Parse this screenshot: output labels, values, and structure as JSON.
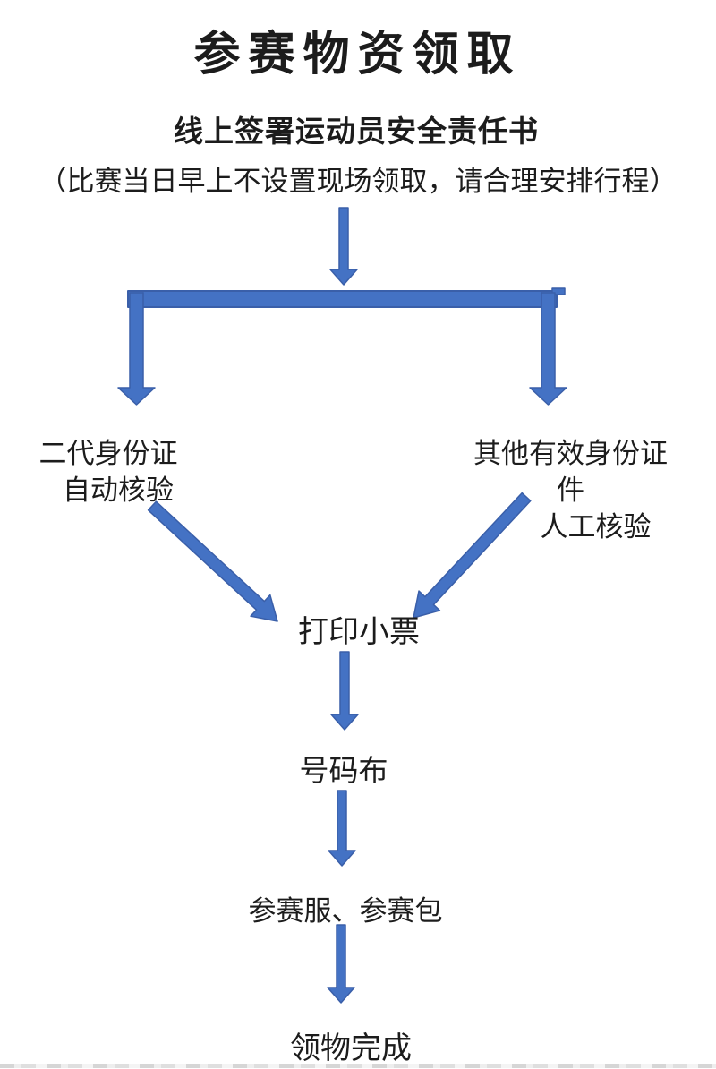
{
  "title": "参赛物资领取",
  "subtitle": "线上签署运动员安全责任书",
  "note": "（比赛当日早上不设置现场领取，请合理安排行程）",
  "nodes": {
    "branch_left_line1": "二代身份证",
    "branch_left_line2": "自动核验",
    "branch_right_line1": "其他有效身份证件",
    "branch_right_line2": "人工核验",
    "step_print": "打印小票",
    "step_bib": "号码布",
    "step_kit": "参赛服、参赛包",
    "step_done": "领物完成"
  },
  "flow": {
    "type": "flowchart",
    "edges": [
      [
        "subtitle",
        "splitter"
      ],
      [
        "splitter",
        "branch_left"
      ],
      [
        "splitter",
        "branch_right"
      ],
      [
        "branch_left",
        "step_print"
      ],
      [
        "branch_right",
        "step_print"
      ],
      [
        "step_print",
        "step_bib"
      ],
      [
        "step_bib",
        "step_kit"
      ],
      [
        "step_kit",
        "step_done"
      ]
    ]
  },
  "colors": {
    "arrow-fill": "#4472C4",
    "arrow-stroke": "#3A5FA9",
    "text": "#1c1c1c",
    "background": "#ffffff"
  }
}
